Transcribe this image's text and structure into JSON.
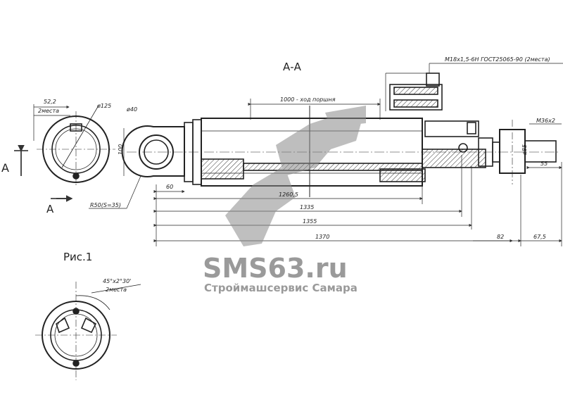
{
  "section_title": "А-А",
  "figure_label": "Рис.1",
  "view_letter_left": "А",
  "view_letter_bottom": "A",
  "thread_note": "M18x1,5-6H ГОСТ25065-90 (2места)",
  "rod_thread": "M36x2",
  "dims": {
    "stroke": "1000 - ход поршня",
    "d52": "52,2",
    "two_places": "2места",
    "d125": "ø125",
    "d40": "ø40",
    "d100": "100",
    "r50": "R50(S=35)",
    "d60": "60",
    "d1260": "1260,5",
    "d1335": "1335",
    "d1355": "1355",
    "d1370": "1370",
    "d82": "82",
    "d67": "67,5",
    "d55": "55",
    "d85": "ø85",
    "chamfer": "45°x2°30'",
    "two_places2": "2места"
  },
  "watermark": {
    "site": "SMS63.ru",
    "company": "Строймашсервис Самара",
    "color": "#8a8a8a"
  }
}
